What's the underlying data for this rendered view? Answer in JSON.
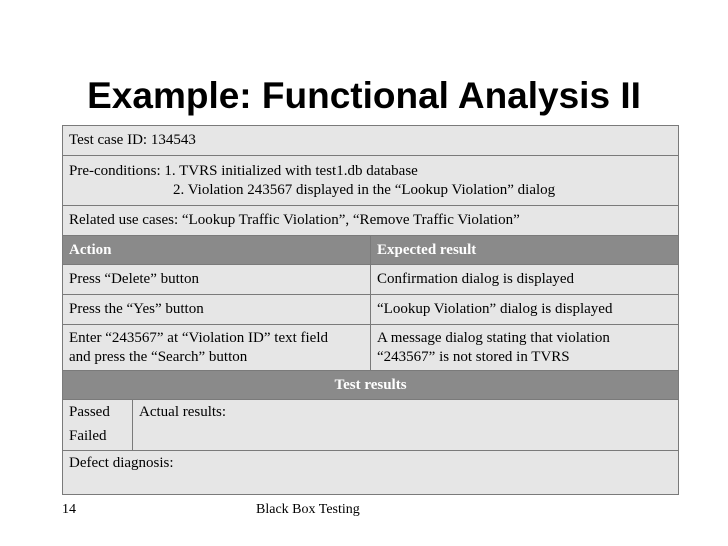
{
  "title": "Example: Functional Analysis II",
  "test_case_id": "Test case ID: 134543",
  "preconditions": {
    "line1": "Pre-conditions: 1. TVRS initialized with test1.db database",
    "line2": "2. Violation 243567 displayed in the “Lookup Violation” dialog"
  },
  "related_use_cases": "Related use cases:  “Lookup Traffic Violation”, “Remove Traffic Violation”",
  "columns": {
    "action": "Action",
    "expected": "Expected result"
  },
  "steps": [
    {
      "action": "Press “Delete” button",
      "expected": "Confirmation dialog is displayed"
    },
    {
      "action": "Press the “Yes” button",
      "expected": "“Lookup Violation” dialog is displayed"
    },
    {
      "action_line1": "Enter “243567” at “Violation ID” text field",
      "action_line2": "and press the “Search” button",
      "expected_line1": "A message dialog stating that violation",
      "expected_line2": "“243567” is not stored in TVRS"
    }
  ],
  "test_results_header": "Test results",
  "results": {
    "passed": "Passed",
    "failed": "Failed",
    "actual": "Actual results:"
  },
  "defect_diagnosis": "Defect diagnosis:",
  "footer": {
    "page_number": "14",
    "center_text": "Black Box Testing"
  }
}
